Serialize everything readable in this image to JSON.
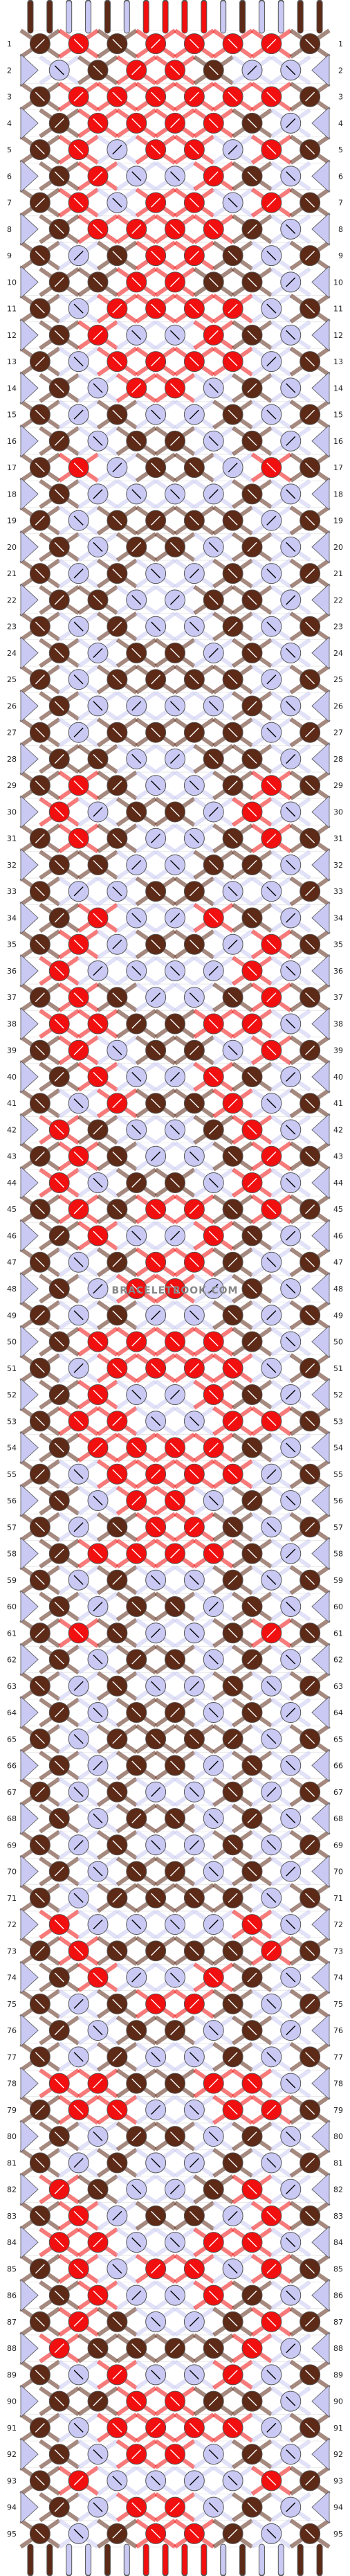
{
  "watermark": "BRACELETBOOK.COM",
  "row_count": 95,
  "row_labels": [
    "1",
    "2",
    "3",
    "4",
    "5",
    "6",
    "7",
    "8",
    "9",
    "10",
    "11",
    "12",
    "13",
    "14",
    "15",
    "16",
    "17",
    "18",
    "19",
    "20",
    "21",
    "22",
    "23",
    "24",
    "25",
    "26",
    "27",
    "28",
    "29",
    "30",
    "31",
    "32",
    "33",
    "34",
    "35",
    "36",
    "37",
    "38",
    "39",
    "40",
    "41",
    "42",
    "43",
    "44",
    "45",
    "46",
    "47",
    "48",
    "49",
    "50",
    "51",
    "52",
    "53",
    "54",
    "55",
    "56",
    "57",
    "58",
    "59",
    "60",
    "61",
    "62",
    "63",
    "64",
    "65",
    "66",
    "67",
    "68",
    "69",
    "70",
    "71",
    "72",
    "73",
    "74",
    "75",
    "76",
    "77",
    "78",
    "79",
    "80",
    "81",
    "82",
    "83",
    "84",
    "85",
    "86",
    "87",
    "88",
    "89",
    "90",
    "91",
    "92",
    "93",
    "94",
    "95"
  ],
  "strings": [
    "brown",
    "brown",
    "lavender",
    "lavender",
    "brown",
    "lavender",
    "red",
    "red",
    "red",
    "red",
    "lavender",
    "brown",
    "lavender",
    "lavender",
    "brown",
    "brown"
  ],
  "colors": {
    "brown": "#5c2a17",
    "lavender": "#c9c9f4",
    "red": "#f20f0f",
    "white": "#ffffff",
    "outline": "#555555",
    "grid": "#dddddd"
  },
  "knot_rows": [
    "BRBRRRRB",
    "LLBRRBLL",
    "BRRRRRRB",
    "LBRRRRBL",
    "BRLRRLRB",
    "LBRLLRBL",
    "BRLRRLRB",
    "LBRRRRBL",
    "BLBRRBLB",
    "LBBRRBBL",
    "BLRRRRLB",
    "LBRLLRBL",
    "BLRRRRLB",
    "LBLRRLBL",
    "BLBLLBLB",
    "LBLBBLBL",
    "BRLBBLRB",
    "LBLLLLBL",
    "BLBBBBLB",
    "LBLBBLBL",
    "BLBLLBLB",
    "LBBLLBBL",
    "BLBLLBLB",
    "LBLBBLBL",
    "BLBBBBLB",
    "LBLLLLBL",
    "BLBBBBLB",
    "LBBLLBBL",
    "BRBLLBRB",
    "LRLBBLRL",
    "BRBLLBRB",
    "LBBLLBBL",
    "BLLBBLLB",
    "LBRLLRBL",
    "BRLBBLRB",
    "LRLLLLRL",
    "BRBLLBRB",
    "LRRBBRRL",
    "BRLBBLRB",
    "LBRLLRBL",
    "BLRBBRLB",
    "LRBLLBRL",
    "BRBLLBRB",
    "LRLBBLRL",
    "BRBRRBRB",
    "LBRLLRBL",
    "BLBRRBLB",
    "LBLRRLBL",
    "BLBLLBLB",
    "LBRRRRBL",
    "BLRRRRLB",
    "LBRLLRBL",
    "BRRLLRRB",
    "LBRRRRBL",
    "BLRRRRLB",
    "LBLRRLBL",
    "BLBRRBLB",
    "LBRRRRBL",
    "BLBLLBLB",
    "LBLBBLBL",
    "BRBLLBRB",
    "LBLBBLBL",
    "BLBLLBLB",
    "LBLBBLBL",
    "BLBBBBLB",
    "LBLBBLBL",
    "BLBLLBLB",
    "LBLBBLBL",
    "BLBLLBLB",
    "LBLBBLBL",
    "BLBBBBLB",
    "LRLLLLRL",
    "BRBBBBRB",
    "LBRLLRBL",
    "BLBRRBLB",
    "LBLBBLBL",
    "BLBLLBLB",
    "LRRBBRRL",
    "BRRLLRRB",
    "LBLBBLBL",
    "BLBLLBLB",
    "LRBLLBRL",
    "BRLBBLRB",
    "LRRLLRRL",
    "BRLRRLRB",
    "LBRLLRBL",
    "BRBLLBRB",
    "LRBBBBRL",
    "BLRLLRLB",
    "LBBRRBBL",
    "BLRRRRLB",
    "LBLRRLBL",
    "BRLLLLRB",
    "LBLRRLBL",
    "BLBRRBLB"
  ]
}
